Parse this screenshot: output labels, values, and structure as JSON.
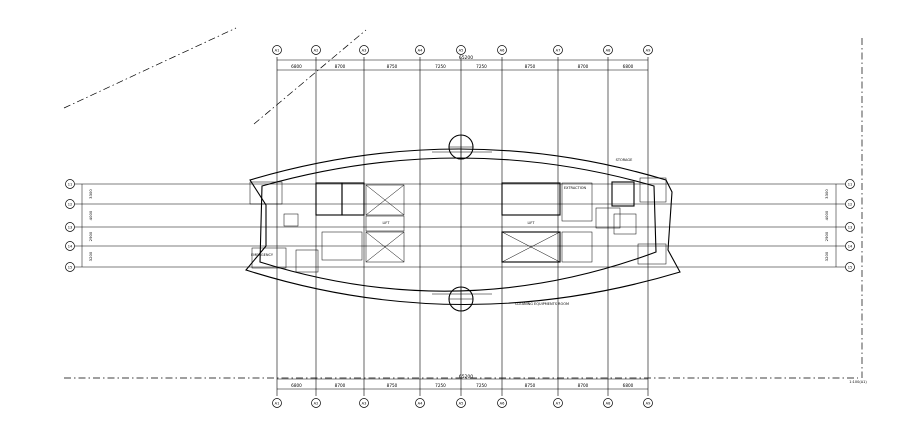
{
  "drawing": {
    "col_labels": [
      "A1",
      "A2",
      "A3",
      "A4",
      "A5",
      "A6",
      "A7",
      "A8",
      "A9"
    ],
    "row_labels": [
      "11",
      "12",
      "13",
      "14",
      "15"
    ],
    "top_dimensions": [
      "6800",
      "8700",
      "8750",
      "7250",
      "7250",
      "8750",
      "8700",
      "6800"
    ],
    "bottom_dimensions": [
      "6800",
      "8700",
      "8750",
      "7250",
      "7250",
      "8750",
      "8700",
      "6800"
    ],
    "top_overall": "65200",
    "bottom_overall": "65200",
    "left_dimensions": [
      "3300",
      "4000",
      "2900",
      "3200"
    ],
    "right_dimensions": [
      "3300",
      "4000",
      "2900",
      "3200"
    ],
    "room_labels": {
      "cleaning_room": "CLEANING EQUIPMENTS ROOM",
      "storage": "STORAGE",
      "extraction": "EXTRACTION",
      "emergency": "EMERGENCY",
      "lift": "LIFT"
    },
    "scale_note": "1:100(A1)"
  }
}
